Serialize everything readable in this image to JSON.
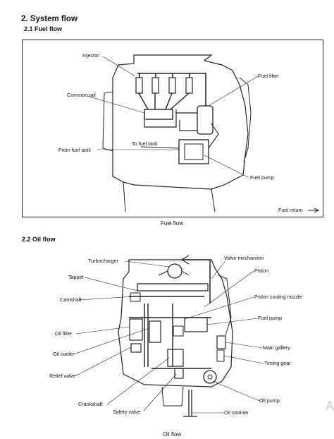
{
  "section": {
    "title": "2. System flow",
    "fuel_heading": "2.1  Fuel flow",
    "oil_heading": "2.2  Oil flow"
  },
  "fuel_diagram": {
    "caption": "Fuel flow",
    "labels": {
      "injector": "Injector",
      "fuel_filter": "Fuel filter",
      "common_rail": "Common rail",
      "to_fuel_tank": "To fuel tank",
      "from_fuel_tank": "From fuel tank",
      "fuel_pump": "Fuel pump",
      "fuel_return": "Fuel return"
    }
  },
  "oil_diagram": {
    "caption": "Oil flow",
    "labels": {
      "turbocharger": "Turbocharger",
      "valve_mechanism": "Valve mechanism",
      "tappet": "Tappet",
      "piston": "Piston",
      "camshaft": "Camshaft",
      "piston_cooling_nozzle": "Piston cooling nozzle",
      "fuel_pump": "Fuel pump",
      "oil_filter": "Oil filter",
      "main_gallery": "Main gallery",
      "oil_cooler": "Oil cooler",
      "timing_gear": "Timing gear",
      "relief_valve": "Relief valve",
      "oil_pump": "Oil pump",
      "crankshaft": "Crankshaft",
      "safety_valve": "Safety valve",
      "oil_strainer": "Oil strainer"
    }
  },
  "watermark": "A"
}
